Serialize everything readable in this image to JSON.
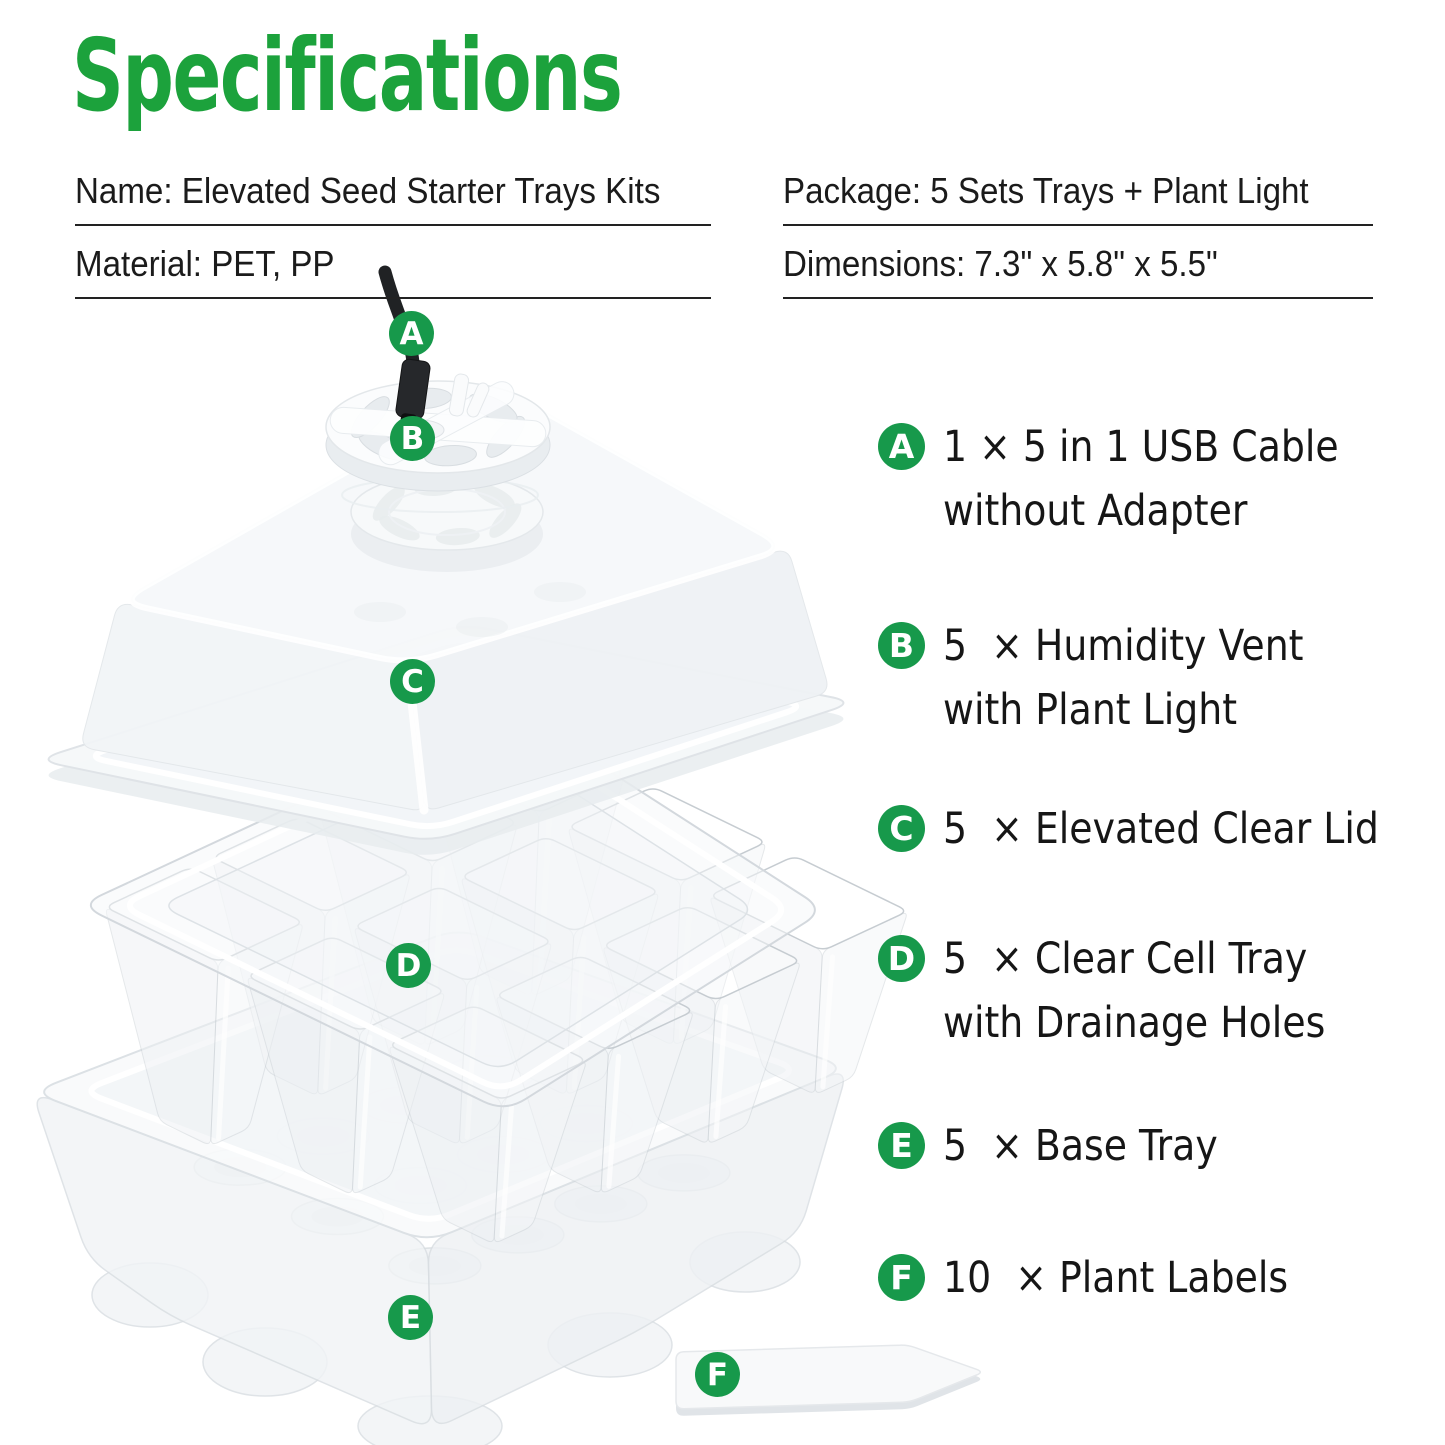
{
  "title": {
    "text": "Specifications"
  },
  "colors": {
    "accent_green": "#1CA23C",
    "badge_green": "#17994B",
    "text": "#1b1b1b",
    "plastic_light": "#f4f6f8",
    "plastic_stroke": "#d9dee2"
  },
  "specs": {
    "left": [
      {
        "text": "Name: Elevated Seed Starter Trays Kits"
      },
      {
        "text": "Material: PET, PP"
      }
    ],
    "right": [
      {
        "text": "Package: 5 Sets Trays + Plant Light"
      },
      {
        "text": "Dimensions: 7.3\" x 5.8\" x 5.5\""
      }
    ]
  },
  "diagram": {
    "badges": [
      {
        "letter": "A",
        "part": "usb-cable"
      },
      {
        "letter": "B",
        "part": "humidity-vent"
      },
      {
        "letter": "C",
        "part": "elevated-clear-lid"
      },
      {
        "letter": "D",
        "part": "clear-cell-tray"
      },
      {
        "letter": "E",
        "part": "base-tray"
      },
      {
        "letter": "F",
        "part": "plant-label"
      }
    ]
  },
  "legend": {
    "items": [
      {
        "letter": "A",
        "lines": [
          "1 × 5 in 1 USB Cable",
          "without Adapter"
        ]
      },
      {
        "letter": "B",
        "lines": [
          "5  × Humidity Vent",
          "with Plant Light"
        ]
      },
      {
        "letter": "C",
        "lines": [
          "5  × Elevated Clear Lid"
        ]
      },
      {
        "letter": "D",
        "lines": [
          "5  × Clear Cell Tray",
          "with Drainage Holes"
        ]
      },
      {
        "letter": "E",
        "lines": [
          "5  × Base Tray"
        ]
      },
      {
        "letter": "F",
        "lines": [
          "10  × Plant Labels"
        ]
      }
    ]
  }
}
